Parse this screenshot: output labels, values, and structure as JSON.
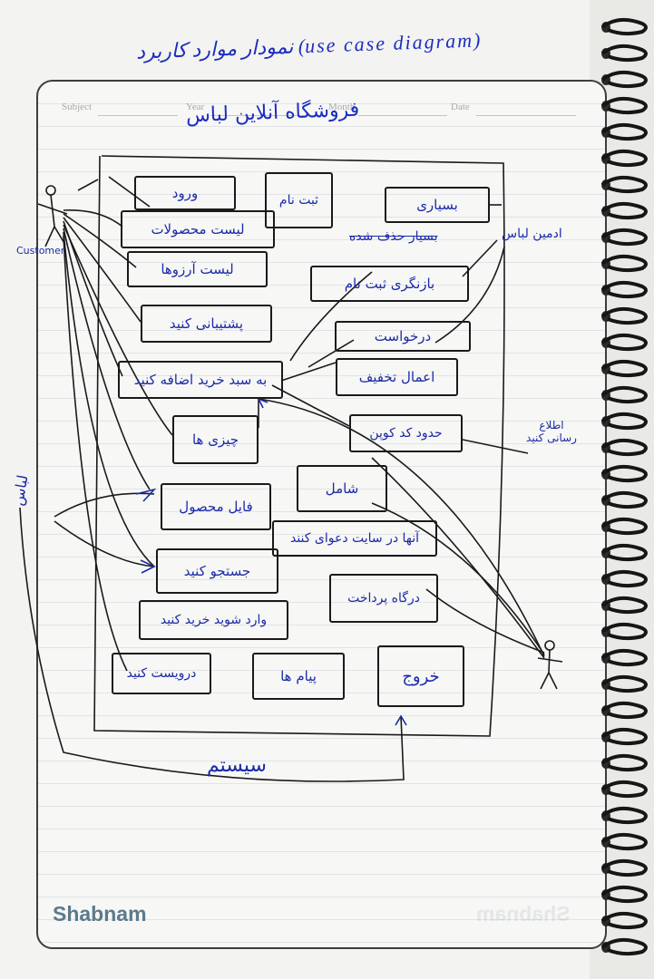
{
  "page_title": "نمودار موارد کاربرد (use case diagram)",
  "notebook_header": {
    "subject": "Subject",
    "year": "Year",
    "month": "Month",
    "date": "Date"
  },
  "system_name": "فروشگاه آنلاین لباس",
  "system_footer_label": "سیستم",
  "actors": {
    "customer": "Customer",
    "clothing": "لباس",
    "admin": "ادمین لباس",
    "notify": "اطلاع رسانی کنید"
  },
  "use_cases": [
    "ورود",
    "ثبت نام",
    "بسیاری",
    "لیست محصولات",
    "لیست آرزوها",
    "بازنگری ثبت نام",
    "پشتیبانی کنید",
    "درخواست",
    "به سبد خرید اضافه کنید",
    "اعمال تخفیف",
    "چیزی ها",
    "حدود کد کوپن",
    "شامل",
    "فایل محصول",
    "آنها در سایت دعوای کنند",
    "جستجو کنید",
    "درگاه پرداخت",
    "وارد شوید خرید کنید",
    "درویست کنید",
    "پیام ها",
    "خروج"
  ],
  "struck_text": "بسیار حذف شده",
  "brand": "Shabnam",
  "colors": {
    "ink": "#1a2aa8",
    "line": "#1a1a1a",
    "border": "#3d3d3d",
    "brand": "#5b7a8c"
  }
}
